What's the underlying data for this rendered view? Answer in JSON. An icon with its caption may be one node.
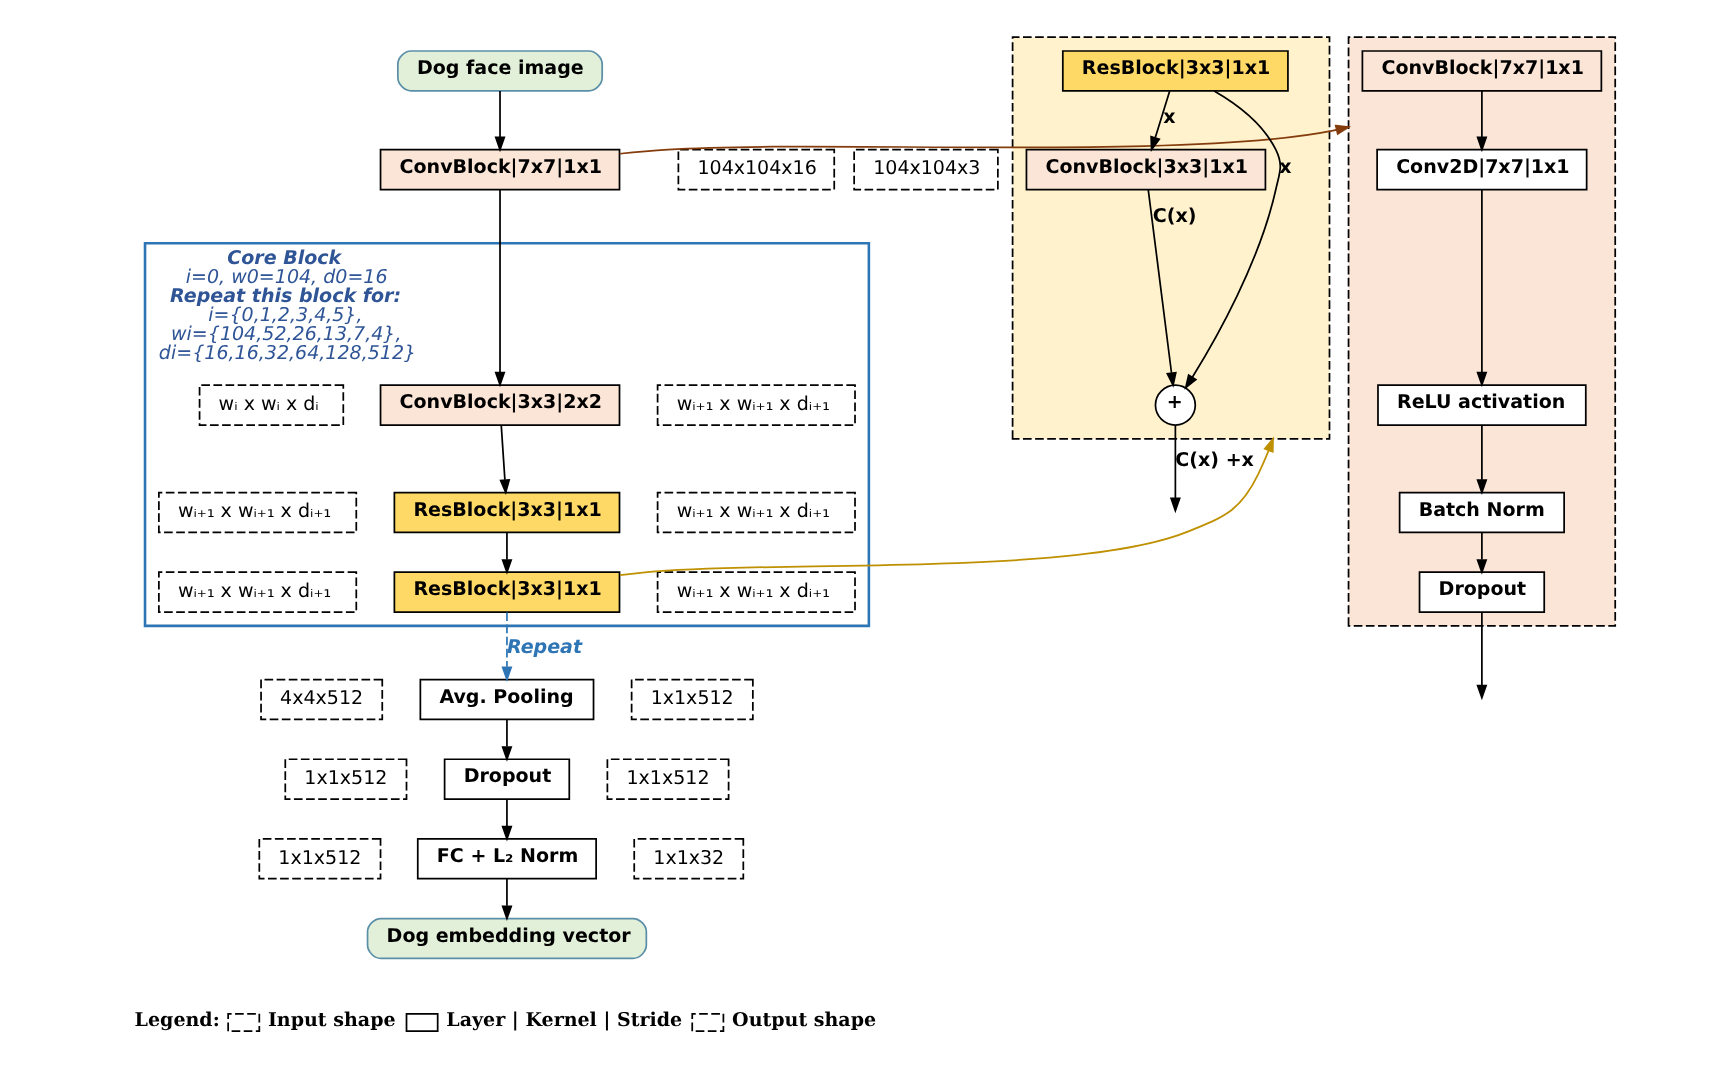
{
  "diagram": {
    "nodes": [
      {
        "text": [
          "Dog face image"
        ]
      },
      {
        "text": [
          "104x104x3"
        ]
      },
      {
        "text": [
          "ConvBlock|7x7|1x1"
        ]
      },
      {
        "text": [
          "104x104x16"
        ]
      },
      {
        "text": [
          "Core Block",
          "i=0, w0=104, d0=16",
          "Repeat this block for:",
          "i={0,1,2,3,4,5}, wi={104,52,26,13,7,4}, di={16,16,32,64,128,512}"
        ]
      },
      {
        "text": [
          "wᵢ x wᵢ x dᵢ"
        ],
        "in": 4
      },
      {
        "text": [
          "ConvBlock|3x3|2x2"
        ],
        "in": 4
      },
      {
        "text": [
          "wᵢ₊₁ x wᵢ₊₁ x dᵢ₊₁"
        ],
        "in": 4
      },
      {
        "text": [
          "wᵢ₊₁ x wᵢ₊₁ x dᵢ₊₁"
        ],
        "in": 4
      },
      {
        "text": [
          "ResBlock|3x3|1x1"
        ],
        "in": 4
      },
      {
        "text": [
          "wᵢ₊₁ x wᵢ₊₁ x dᵢ₊₁"
        ],
        "in": 4
      },
      {
        "text": [
          "wᵢ₊₁ x wᵢ₊₁ x dᵢ₊₁"
        ],
        "in": 4
      },
      {
        "text": [
          "ResBlock|3x3|1x1"
        ],
        "in": 4
      },
      {
        "text": [
          "wᵢ₊₁ x wᵢ₊₁ x dᵢ₊₁"
        ],
        "in": 4
      },
      {
        "text": [
          "4x4x512"
        ]
      },
      {
        "text": [
          "Avg. Pooling"
        ]
      },
      {
        "text": [
          "1x1x512"
        ]
      },
      {
        "text": [
          "1x1x512"
        ]
      },
      {
        "text": [
          "Dropout"
        ]
      },
      {
        "text": [
          "1x1x512"
        ]
      },
      {
        "text": [
          "1x1x512"
        ]
      },
      {
        "text": [
          "FC + L₂ Norm"
        ]
      },
      {
        "text": [
          "1x1x32"
        ]
      },
      {
        "text": [
          "Dog embedding vector"
        ]
      },
      {
        "text": [],
        "shape": "box"
      },
      {
        "text": [
          "ConvBlock|7x7|1x1"
        ],
        "in": 24
      },
      {
        "text": [
          "Conv2D|7x7|1x1"
        ],
        "in": 24
      },
      {
        "text": [
          "ReLU activation"
        ],
        "in": 24
      },
      {
        "text": [
          "Batch Norm"
        ],
        "in": 24
      },
      {
        "text": [
          "Dropout"
        ],
        "in": 24
      },
      {
        "text": [],
        "shape": "box"
      },
      {
        "text": [
          "ResBlock|3x3|1x1"
        ],
        "in": 30
      },
      {
        "text": [
          "ConvBlock|3x3|1x1"
        ],
        "in": 30
      },
      {
        "text": [
          "+"
        ],
        "in": 30
      }
    ],
    "edges": [
      {
        "from": 0,
        "to": 2,
        "arrow": "to"
      },
      {
        "from": 2,
        "to": 6,
        "arrow": "to"
      },
      {
        "from": 6,
        "to": 9,
        "arrow": "to"
      },
      {
        "from": 9,
        "to": 12,
        "arrow": "to"
      },
      {
        "from": 12,
        "to": 15,
        "arrow": "to",
        "label": "Repeat",
        "style": "dashed",
        "color": "#2e75b6"
      },
      {
        "from": 15,
        "to": 18,
        "arrow": "to"
      },
      {
        "from": 18,
        "to": 21,
        "arrow": "to"
      },
      {
        "from": 21,
        "to": 23,
        "arrow": "to"
      },
      {
        "from": 2,
        "to": 24,
        "arrow": "to",
        "color": "#843c0c"
      },
      {
        "from": 25,
        "to": 26,
        "arrow": "to"
      },
      {
        "from": 26,
        "to": 27,
        "arrow": "to"
      },
      {
        "from": 27,
        "to": 28,
        "arrow": "to"
      },
      {
        "from": 28,
        "to": 29,
        "arrow": "to"
      },
      {
        "from": 29,
        "to": null,
        "arrow": "to"
      },
      {
        "from": 12,
        "to": 30,
        "arrow": "to",
        "color": "#bf9000"
      },
      {
        "from": 31,
        "to": 32,
        "arrow": "to",
        "label": "x"
      },
      {
        "from": 32,
        "to": 33,
        "arrow": "to",
        "label": "C(x)"
      },
      {
        "from": 31,
        "to": 33,
        "arrow": "to",
        "label": "x"
      },
      {
        "from": 33,
        "to": null,
        "arrow": "to",
        "label": "C(x) +x"
      }
    ],
    "labels": [
      "Legend:"
    ],
    "legend": [
      {
        "text": "Input shape"
      },
      {
        "text": "Layer | Kernel | Stride"
      },
      {
        "text": "Output shape"
      }
    ]
  }
}
